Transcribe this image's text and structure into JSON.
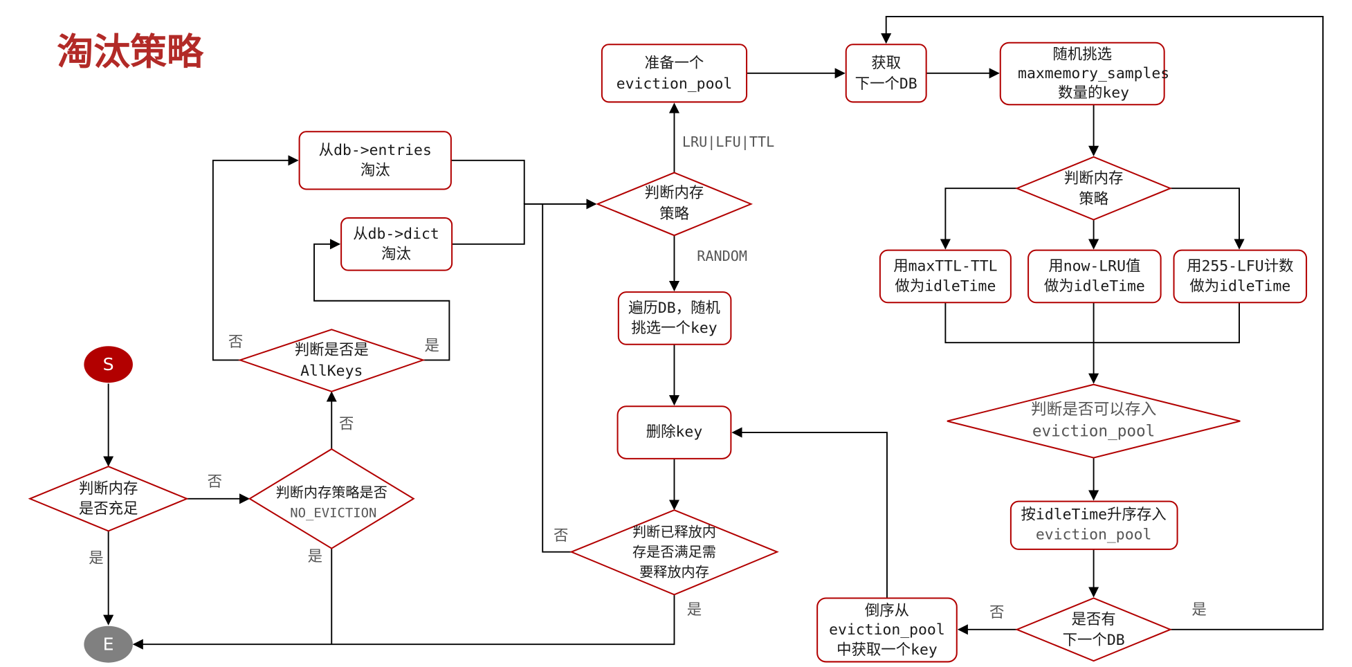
{
  "title": "淘汰策略",
  "colors": {
    "title": "#b22a27",
    "node_border": "#b20000",
    "start_fill": "#b20000",
    "end_fill": "#808080",
    "edge": "#000000",
    "label": "#555555"
  },
  "nodes": {
    "start": "S",
    "end": "E",
    "check_memory": [
      "判断内存",
      "是否充足"
    ],
    "check_no_eviction": [
      "判断内存策略是否",
      "NO_EVICTION"
    ],
    "check_allkeys": [
      "判断是否是",
      "AllKeys"
    ],
    "evict_entries": [
      "从db->entries",
      "淘汰"
    ],
    "evict_dict": [
      "从db->dict",
      "淘汰"
    ],
    "check_policy_1": [
      "判断内存",
      "策略"
    ],
    "prepare_pool": [
      "准备一个",
      "eviction_pool"
    ],
    "fetch_next_db": [
      "获取",
      "下一个DB"
    ],
    "random_samples": [
      "随机挑选",
      "maxmemory_samples",
      "数量的key"
    ],
    "check_policy_2": [
      "判断内存",
      "策略"
    ],
    "idle_ttl": [
      "用maxTTL-TTL",
      "做为idleTime"
    ],
    "idle_lru": [
      "用now-LRU值",
      "做为idleTime"
    ],
    "idle_lfu": [
      "用255-LFU计数",
      "做为idleTime"
    ],
    "check_can_store": [
      "判断是否可以存入",
      "eviction_pool"
    ],
    "sort_store": [
      "按idleTime升序存入",
      "eviction_pool"
    ],
    "has_next_db": [
      "是否有",
      "下一个DB"
    ],
    "reverse_get": [
      "倒序从",
      "eviction_pool",
      "中获取一个key"
    ],
    "traverse_random": [
      "遍历DB，随机",
      "挑选一个key"
    ],
    "delete_key": [
      "删除key"
    ],
    "check_released": [
      "判断已释放内",
      "存是否满足需",
      "要释放内存"
    ]
  },
  "edge_labels": {
    "memory_no": "否",
    "memory_yes": "是",
    "no_eviction_no": "否",
    "no_eviction_yes": "是",
    "allkeys_no": "否",
    "allkeys_yes": "是",
    "policy_lru_lfu_ttl": "LRU|LFU|TTL",
    "policy_random": "RANDOM",
    "released_no": "否",
    "released_yes": "是",
    "next_db_no": "否",
    "next_db_yes": "是"
  }
}
